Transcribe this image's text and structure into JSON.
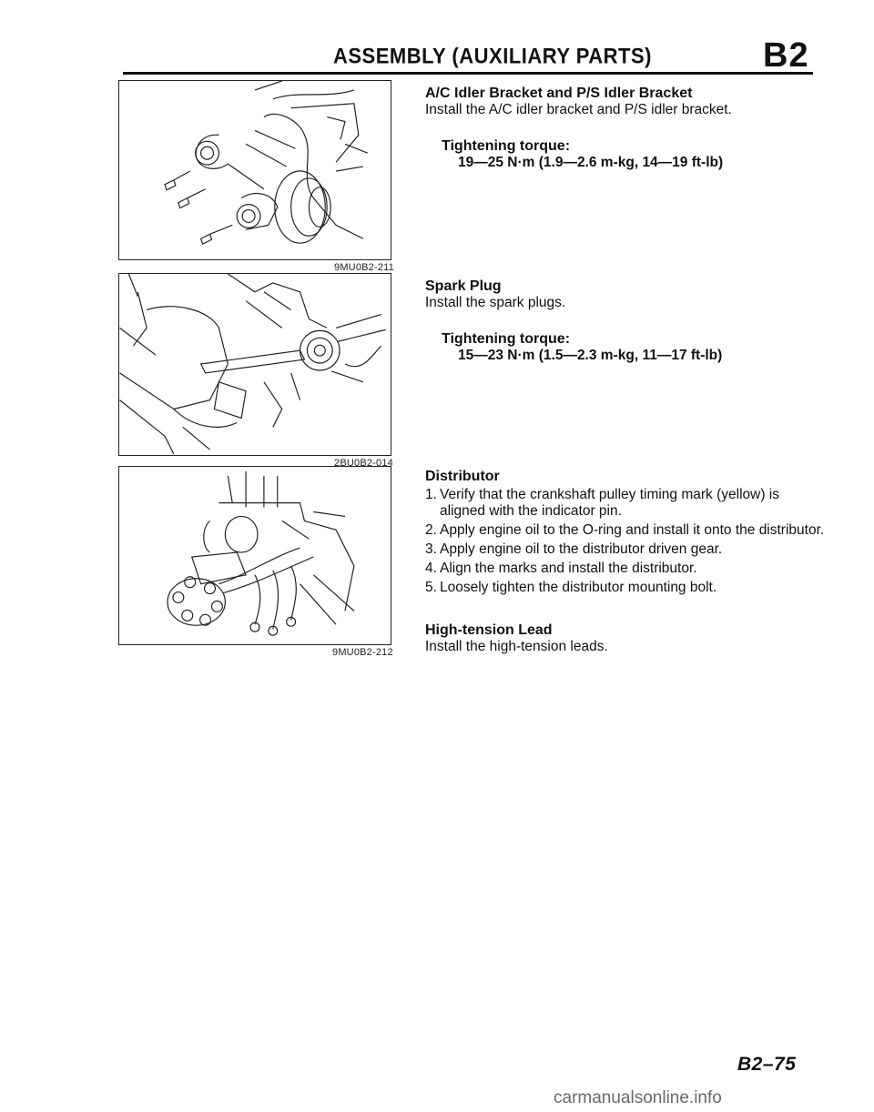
{
  "header": {
    "title": "ASSEMBLY (AUXILIARY PARTS)",
    "section": "B2"
  },
  "figures": [
    {
      "code": "9MU0B2-211"
    },
    {
      "code": "2BU0B2-014"
    },
    {
      "code": "9MU0B2-212"
    }
  ],
  "sections": [
    {
      "heading": "A/C Idler Bracket and P/S Idler Bracket",
      "body": "Install the A/C idler bracket and P/S idler bracket.",
      "torque_label": "Tightening torque:",
      "torque_value": "19—25 N·m (1.9—2.6 m-kg, 14—19 ft-lb)"
    },
    {
      "heading": "Spark Plug",
      "body": "Install the spark plugs.",
      "torque_label": "Tightening torque:",
      "torque_value": "15—23 N·m (1.5—2.3 m-kg, 11—17 ft-lb)"
    },
    {
      "heading": "Distributor",
      "steps": [
        {
          "num": "1.",
          "text": "Verify that the crankshaft pulley timing mark (yellow) is aligned with the indicator pin."
        },
        {
          "num": "2.",
          "text": "Apply engine oil to the O-ring and install it onto the distributor."
        },
        {
          "num": "3.",
          "text": "Apply engine oil to the distributor driven gear."
        },
        {
          "num": "4.",
          "text": "Align the marks and install the distributor."
        },
        {
          "num": "5.",
          "text": "Loosely tighten the distributor mounting bolt."
        }
      ]
    },
    {
      "heading": "High-tension Lead",
      "body": "Install the high-tension leads."
    }
  ],
  "footer": {
    "page_number": "B2–75",
    "watermark": "carmanualsonline.info"
  }
}
